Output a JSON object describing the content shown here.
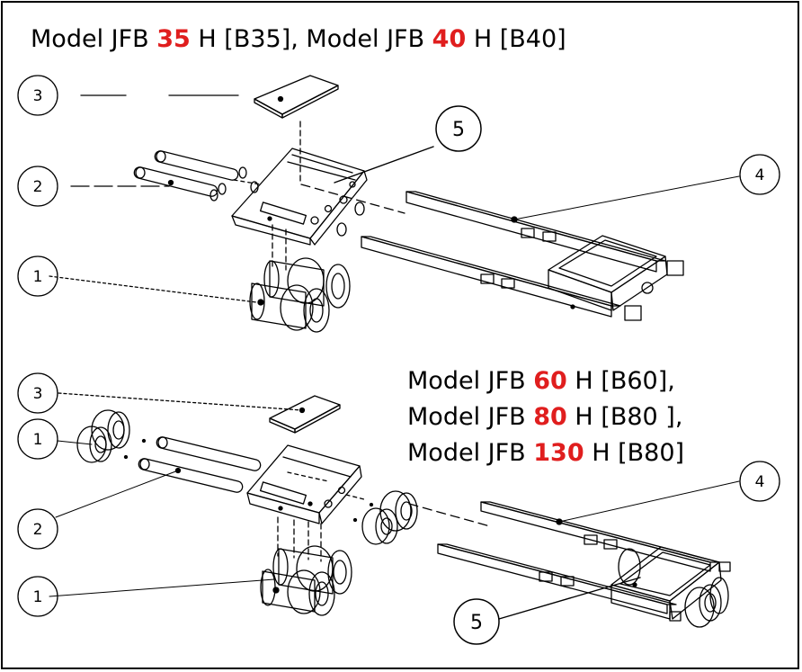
{
  "top_model": {
    "prefix1": "Model JFB ",
    "num1": "35",
    "suffix1": " H [B35], ",
    "prefix2": "Model JFB ",
    "num2": "40",
    "suffix2": " H [B40]"
  },
  "bottom_models": [
    {
      "prefix": "Model JFB ",
      "num": "60",
      "suffix": " H [B60],"
    },
    {
      "prefix": "Model JFB ",
      "num": "80",
      "suffix": " H [B80 ],"
    },
    {
      "prefix": "Model JFB ",
      "num": "130",
      "suffix": " H [B80]"
    }
  ],
  "balloons_top": [
    "3",
    "2",
    "1",
    "4",
    "5"
  ],
  "balloons_bottom": [
    "3",
    "1",
    "2",
    "1",
    "4",
    "5"
  ],
  "colors": {
    "highlight": "#e01e1e",
    "line": "#000000"
  }
}
